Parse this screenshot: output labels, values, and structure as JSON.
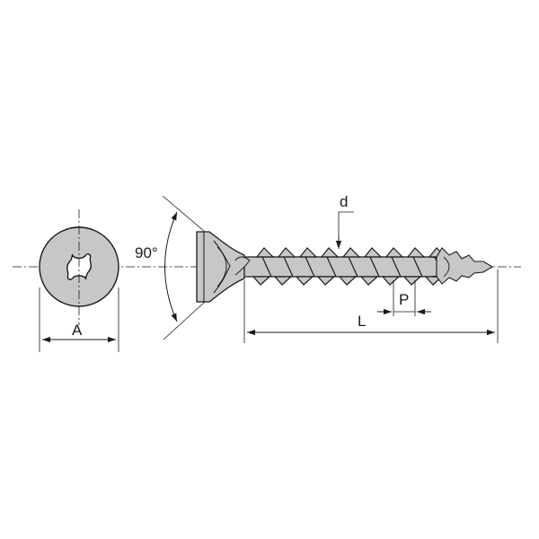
{
  "labels": {
    "head_diameter": "A",
    "countersink_angle": "90°",
    "thread_diameter": "d",
    "length": "L",
    "pitch": "P"
  },
  "colors": {
    "line": "#1a1a1a",
    "fill": "#c7c7c7",
    "recess_fill": "#ffffff",
    "background": "#ffffff"
  }
}
